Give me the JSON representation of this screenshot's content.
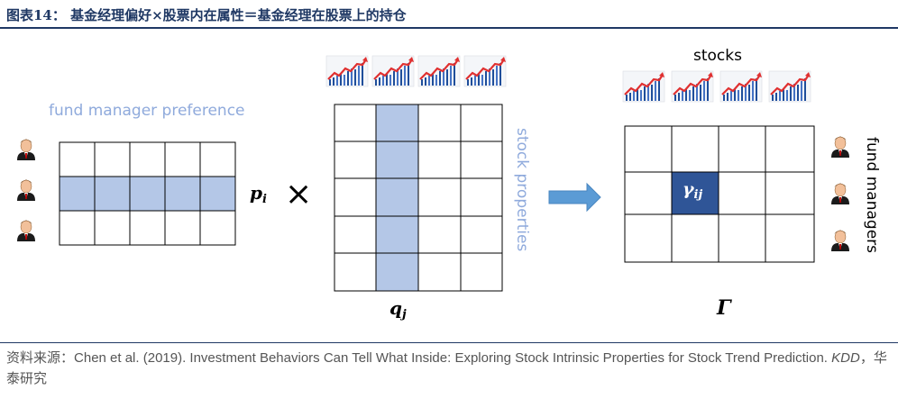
{
  "figure": {
    "title": "图表14：  基金经理偏好×股票内在属性＝基金经理在股票上的持仓"
  },
  "diagram": {
    "preference_label": "fund manager preference",
    "properties_label": "stock properties",
    "stocks_label": "stocks",
    "managers_label": "fund managers",
    "multiply_symbol": "×",
    "p_symbol": "p",
    "p_subscript": "i",
    "q_symbol": "q",
    "q_subscript": "j",
    "gamma_symbol": "γ",
    "gamma_subscript": "ij",
    "result_symbol": "Γ",
    "colors": {
      "highlight": "#b4c7e7",
      "cell_dark": "#2f5597",
      "label_blue": "#8faadc",
      "arrow": "#5b9bd5"
    },
    "icons": [
      "person-icon",
      "stock-chart-icon"
    ]
  },
  "source": {
    "prefix": "资料来源：",
    "citation": "Chen et al. (2019). Investment Behaviors Can Tell What Inside: Exploring Stock Intrinsic Properties for Stock Trend Prediction. ",
    "venue": "KDD",
    "suffix": "，华泰研究"
  }
}
